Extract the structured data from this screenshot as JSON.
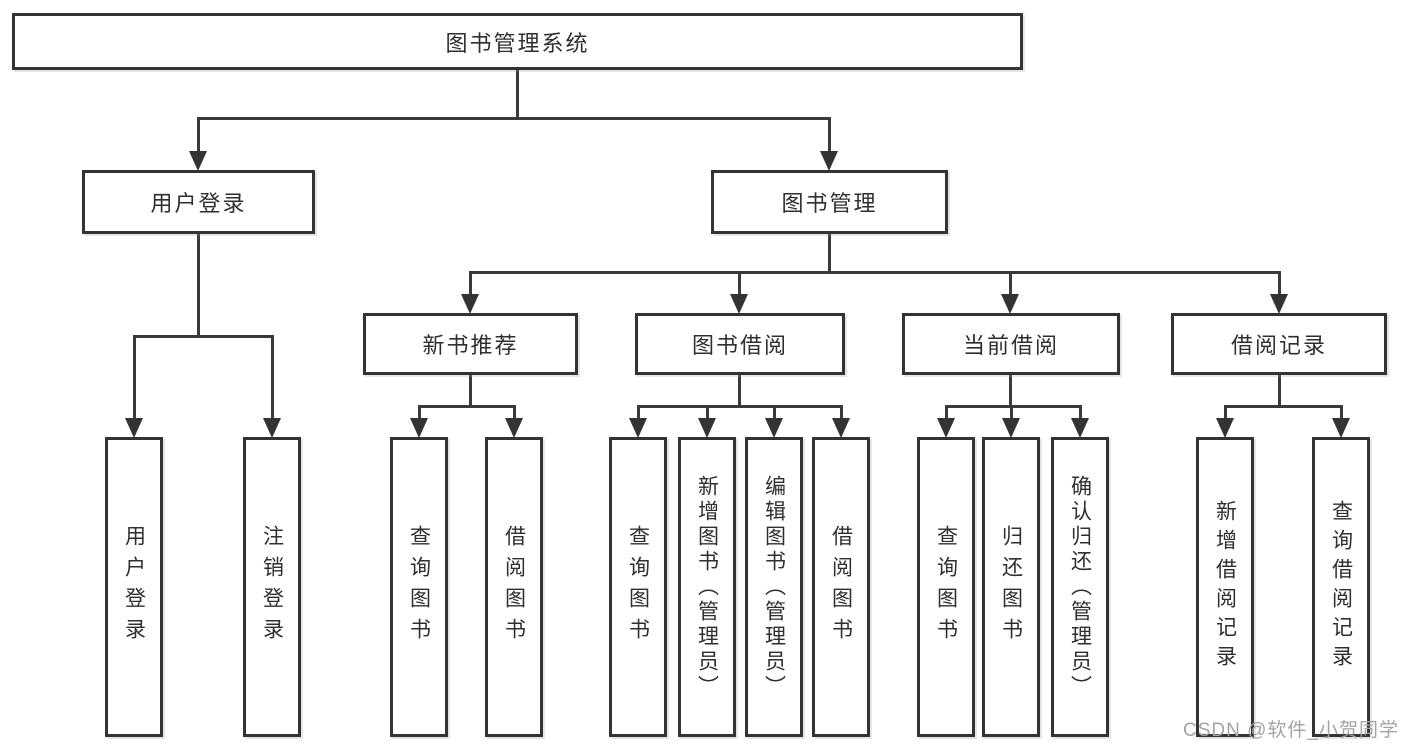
{
  "tree": {
    "root": {
      "label": "图书管理系统",
      "children": [
        {
          "label": "用户登录",
          "children": [
            {
              "label": "用户登录"
            },
            {
              "label": "注销登录"
            }
          ]
        },
        {
          "label": "图书管理",
          "children": [
            {
              "label": "新书推荐",
              "children": [
                {
                  "label": "查询图书"
                },
                {
                  "label": "借阅图书"
                }
              ]
            },
            {
              "label": "图书借阅",
              "children": [
                {
                  "label": "查询图书"
                },
                {
                  "label": "新增图书（管理员）"
                },
                {
                  "label": "编辑图书（管理员）"
                },
                {
                  "label": "借阅图书"
                }
              ]
            },
            {
              "label": "当前借阅",
              "children": [
                {
                  "label": "查询图书"
                },
                {
                  "label": "归还图书"
                },
                {
                  "label": "确认归还（管理员）"
                }
              ]
            },
            {
              "label": "借阅记录",
              "children": [
                {
                  "label": "新增借阅记录"
                },
                {
                  "label": "查询借阅记录"
                }
              ]
            }
          ]
        }
      ]
    }
  },
  "watermark": {
    "text": "CSDN @软件_小贺同学"
  },
  "colors": {
    "line": "#333333",
    "box_border": "#333333",
    "box_background": "#ffffff",
    "text": "#2f2f2f",
    "watermark": "#a3a3a3",
    "page_background": "#ffffff"
  }
}
